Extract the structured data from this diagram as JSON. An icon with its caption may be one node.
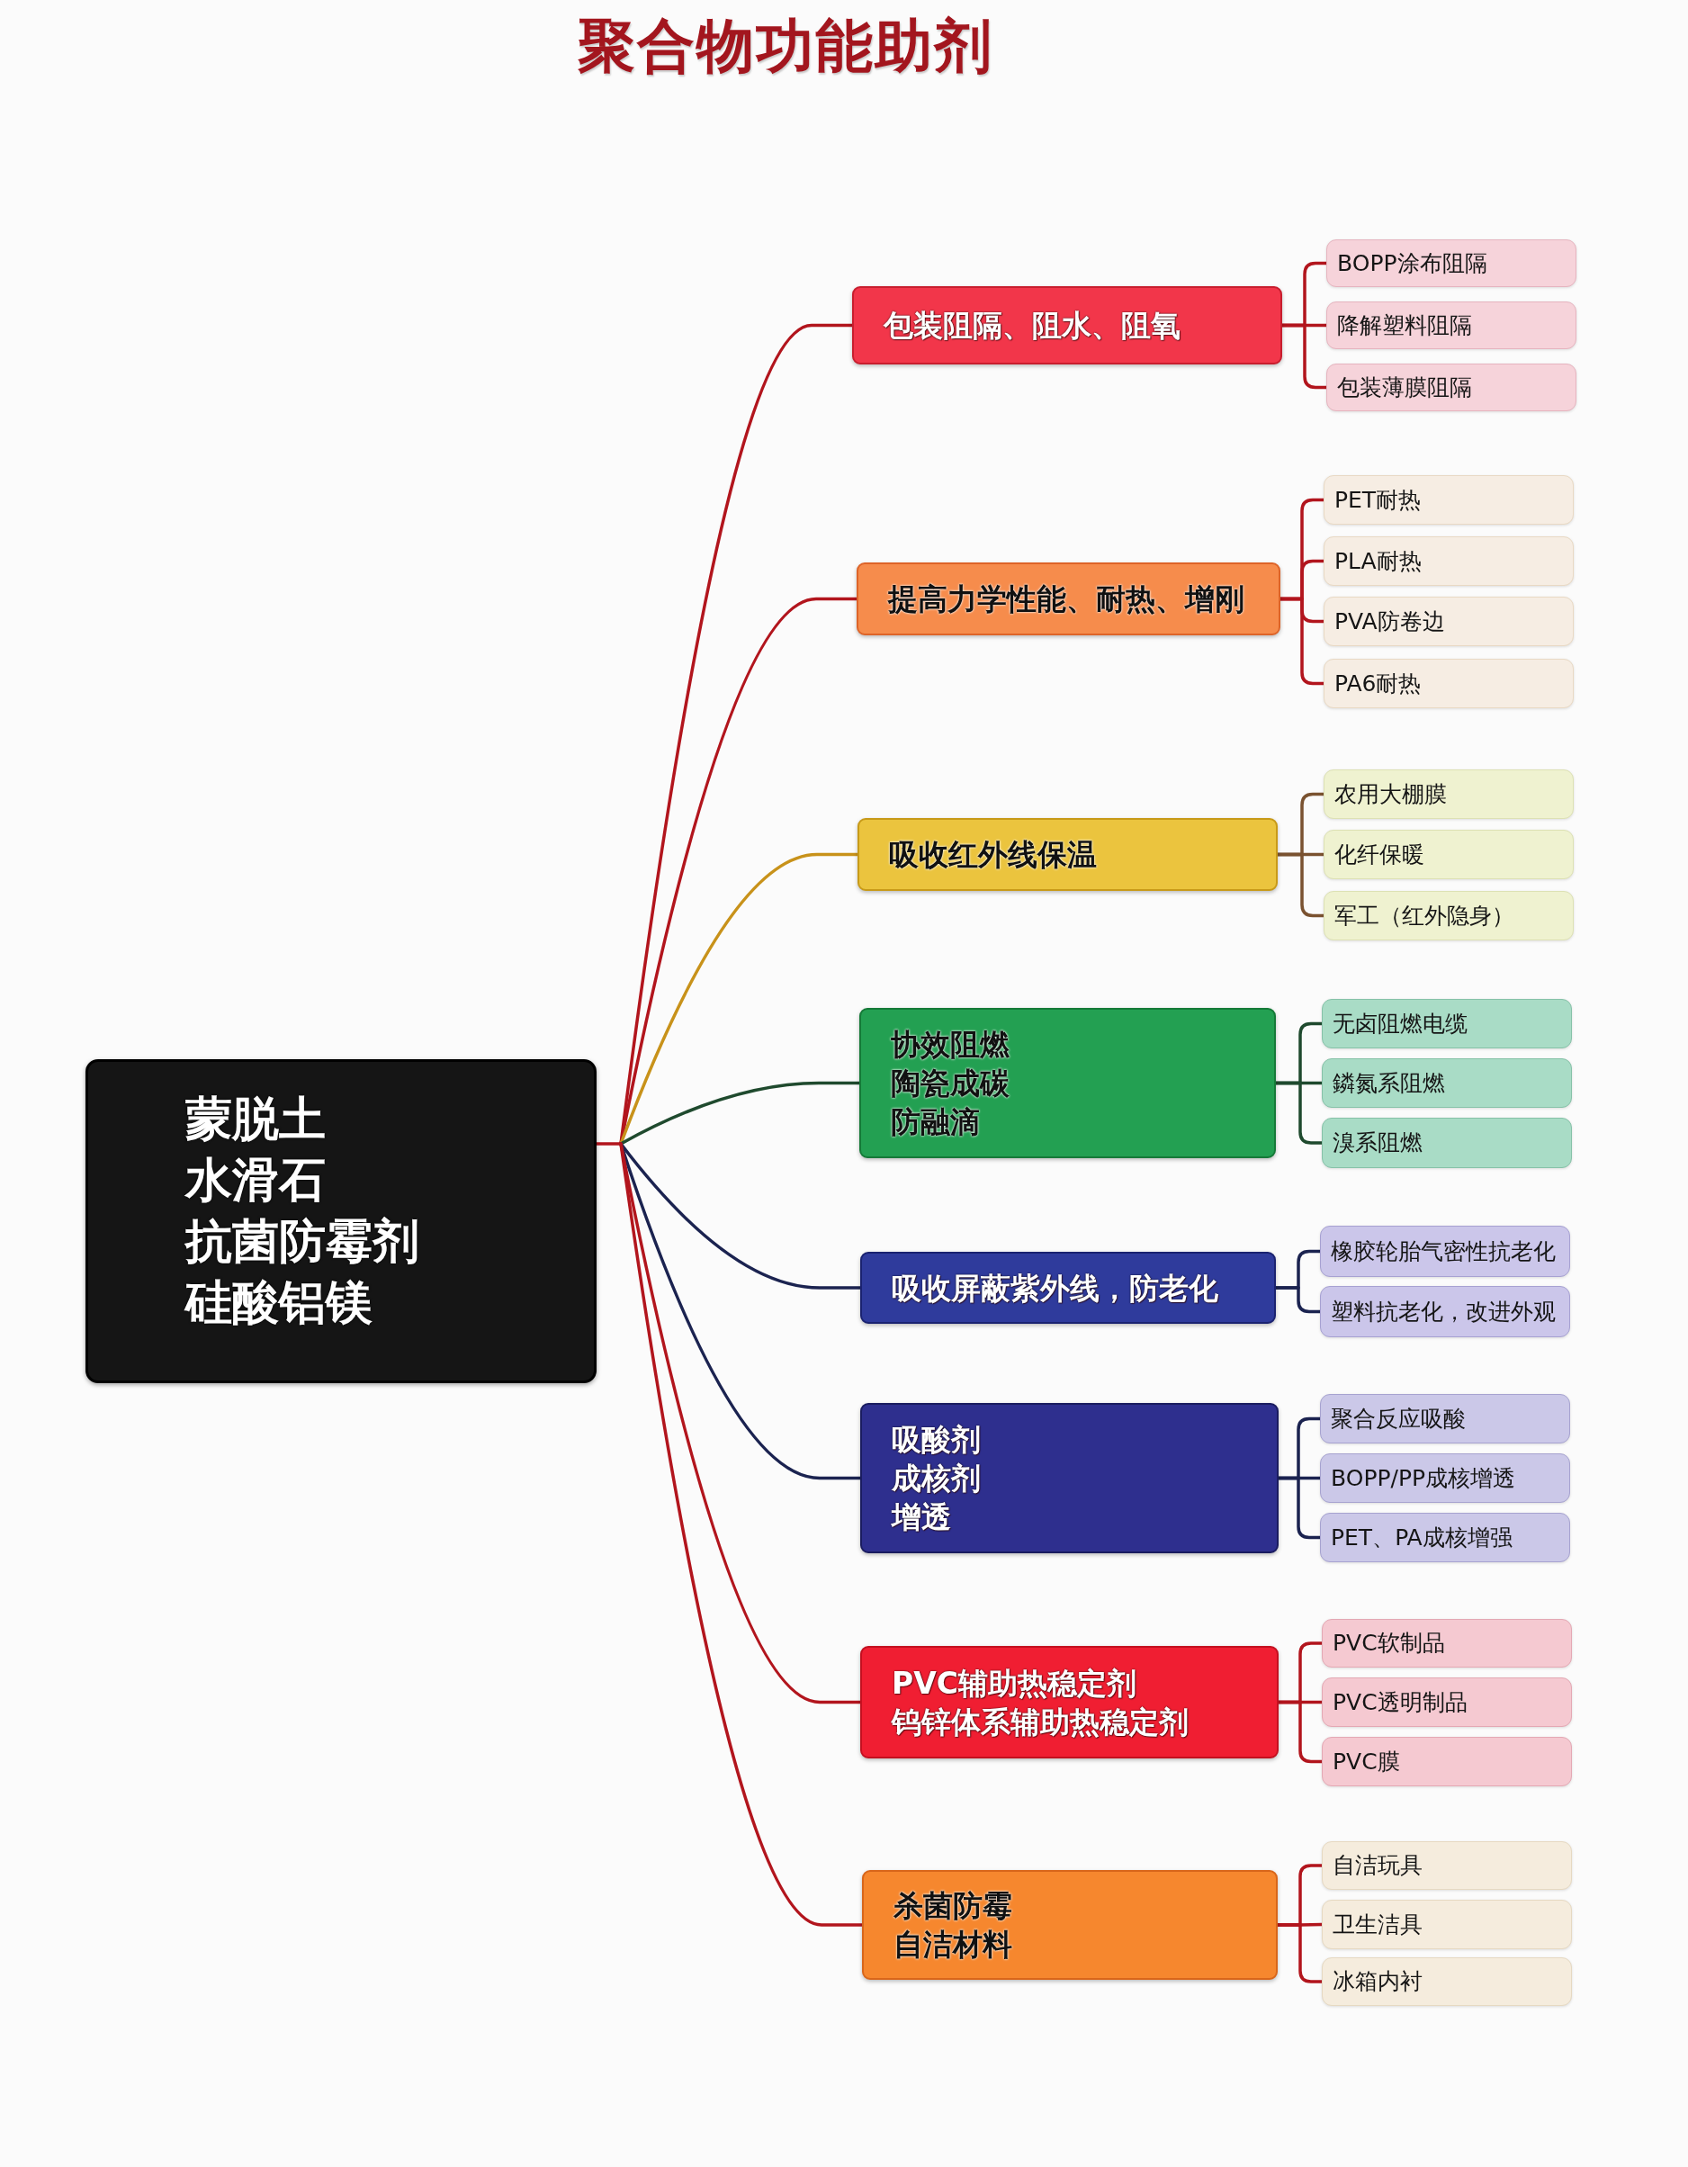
{
  "diagram": {
    "title": "聚合物功能助剂",
    "nodes": [
      {
        "text": [
          "蒙脱土",
          "水滑石",
          "抗菌防霉剂",
          "硅酸铝镁"
        ]
      },
      {
        "text": [
          "包装阻隔、阻水、阻氧"
        ]
      },
      {
        "text": [
          "BOPP涂布阻隔"
        ]
      },
      {
        "text": [
          "降解塑料阻隔"
        ]
      },
      {
        "text": [
          "包装薄膜阻隔"
        ]
      },
      {
        "text": [
          "提高力学性能、耐热、增刚"
        ]
      },
      {
        "text": [
          "PET耐热"
        ]
      },
      {
        "text": [
          "PLA耐热"
        ]
      },
      {
        "text": [
          "PVA防卷边"
        ]
      },
      {
        "text": [
          "PA6耐热"
        ]
      },
      {
        "text": [
          "吸收红外线保温"
        ]
      },
      {
        "text": [
          "农用大棚膜"
        ]
      },
      {
        "text": [
          "化纤保暖"
        ]
      },
      {
        "text": [
          "军工（红外隐身）"
        ]
      },
      {
        "text": [
          "协效阻燃",
          "陶瓷成碳",
          "防融滴"
        ]
      },
      {
        "text": [
          "无卤阻燃电缆"
        ]
      },
      {
        "text": [
          "鏻氮系阻燃"
        ]
      },
      {
        "text": [
          "溴系阻燃"
        ]
      },
      {
        "text": [
          "吸收屏蔽紫外线，防老化"
        ]
      },
      {
        "text": [
          "橡胶轮胎气密性抗老化"
        ]
      },
      {
        "text": [
          "塑料抗老化，改进外观"
        ]
      },
      {
        "text": [
          "吸酸剂",
          "成核剂",
          "增透"
        ]
      },
      {
        "text": [
          "聚合反应吸酸"
        ]
      },
      {
        "text": [
          "BOPP/PP成核增透"
        ]
      },
      {
        "text": [
          "PET、PA成核增强"
        ]
      },
      {
        "text": [
          "PVC辅助热稳定剂",
          "钨锌体系辅助热稳定剂"
        ]
      },
      {
        "text": [
          "PVC软制品"
        ]
      },
      {
        "text": [
          "PVC透明制品"
        ]
      },
      {
        "text": [
          "PVC膜"
        ]
      },
      {
        "text": [
          "杀菌防霉",
          "自洁材料"
        ]
      },
      {
        "text": [
          "自洁玩具"
        ]
      },
      {
        "text": [
          "卫生洁具"
        ]
      },
      {
        "text": [
          "冰箱内衬"
        ]
      }
    ],
    "edges": [
      {
        "from": 0,
        "to": 1,
        "arrow": "none"
      },
      {
        "from": 0,
        "to": 5,
        "arrow": "none"
      },
      {
        "from": 0,
        "to": 10,
        "arrow": "none",
        "color": "#c8921a"
      },
      {
        "from": 0,
        "to": 14,
        "arrow": "none",
        "color": "#1f4a2e"
      },
      {
        "from": 0,
        "to": 18,
        "arrow": "none",
        "color": "#1b2350"
      },
      {
        "from": 0,
        "to": 21,
        "arrow": "none",
        "color": "#1b2350"
      },
      {
        "from": 0,
        "to": 25,
        "arrow": "none"
      },
      {
        "from": 0,
        "to": 29,
        "arrow": "none"
      },
      {
        "from": 1,
        "to": 2,
        "arrow": "none"
      },
      {
        "from": 1,
        "to": 3,
        "arrow": "none"
      },
      {
        "from": 1,
        "to": 4,
        "arrow": "none"
      },
      {
        "from": 5,
        "to": 6,
        "arrow": "none"
      },
      {
        "from": 5,
        "to": 7,
        "arrow": "none"
      },
      {
        "from": 5,
        "to": 8,
        "arrow": "none"
      },
      {
        "from": 5,
        "to": 9,
        "arrow": "none"
      },
      {
        "from": 10,
        "to": 11,
        "arrow": "none",
        "color": "#7a5230"
      },
      {
        "from": 10,
        "to": 12,
        "arrow": "none",
        "color": "#7a5230"
      },
      {
        "from": 10,
        "to": 13,
        "arrow": "none",
        "color": "#7a5230"
      },
      {
        "from": 14,
        "to": 15,
        "arrow": "none",
        "color": "#1f4a2e"
      },
      {
        "from": 14,
        "to": 16,
        "arrow": "none",
        "color": "#1f4a2e"
      },
      {
        "from": 14,
        "to": 17,
        "arrow": "none",
        "color": "#1f4a2e"
      },
      {
        "from": 18,
        "to": 19,
        "arrow": "none",
        "color": "#1b2350"
      },
      {
        "from": 18,
        "to": 20,
        "arrow": "none",
        "color": "#1b2350"
      },
      {
        "from": 21,
        "to": 22,
        "arrow": "none",
        "color": "#1b2350"
      },
      {
        "from": 21,
        "to": 23,
        "arrow": "none",
        "color": "#1b2350"
      },
      {
        "from": 21,
        "to": 24,
        "arrow": "none",
        "color": "#1b2350"
      },
      {
        "from": 25,
        "to": 26,
        "arrow": "none"
      },
      {
        "from": 25,
        "to": 27,
        "arrow": "none"
      },
      {
        "from": 25,
        "to": 28,
        "arrow": "none"
      },
      {
        "from": 29,
        "to": 30,
        "arrow": "none"
      },
      {
        "from": 29,
        "to": 31,
        "arrow": "none"
      },
      {
        "from": 29,
        "to": 32,
        "arrow": "none"
      }
    ]
  }
}
